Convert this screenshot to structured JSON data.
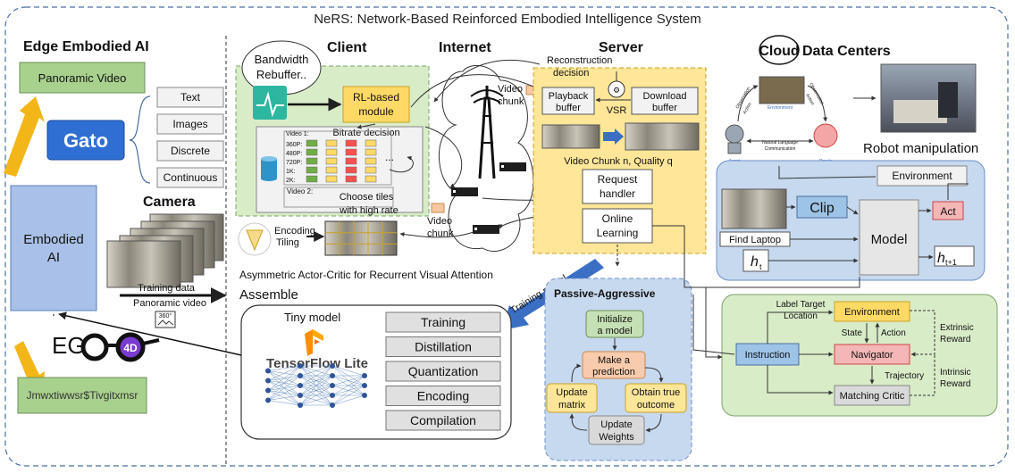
{
  "title": "NeRS: Network-Based Reinforced Embodied Intelligence System",
  "edge": {
    "title": "Edge Embodied AI",
    "panoramic_video": "Panoramic Video",
    "gato": "Gato",
    "modalities": [
      "Text",
      "Images",
      "Discrete",
      "Continuous"
    ],
    "camera": "Camera",
    "embodied_ai": [
      "Embodied",
      "AI"
    ],
    "training_data": "Training data",
    "panoramic_video_small": "Panoramic video",
    "deg360": "360°",
    "ego_left": "EG",
    "ego_4d": "4D",
    "scrambled": "Jmwxtiwwsr$Tivgitxmsr"
  },
  "client": {
    "title": "Client",
    "bubble": [
      "Bandwidth",
      "Rebuffer.."
    ],
    "rl_module": [
      "RL-based",
      "module"
    ],
    "bitrate_decision": "Bitrate decision",
    "video1": "Video 1:",
    "video2": "Video 2:",
    "bitrates": [
      "360P:",
      "480P:",
      "720P:",
      "1K:",
      "2K:"
    ],
    "choose_tiles": [
      "Choose tiles",
      "with high rate"
    ],
    "encoding_tiling": [
      "Encoding",
      "Tiling"
    ],
    "actor_critic": "Asymmetric Actor-Critic for Recurrent Visual Attention"
  },
  "internet": {
    "title": "Internet",
    "video_chunk": [
      "Video",
      "chunk"
    ]
  },
  "server": {
    "title": "Server",
    "reconstruction": [
      "Reconstruction",
      "decision"
    ],
    "playback_buffer": [
      "Playback",
      "buffer"
    ],
    "vsr": "VSR",
    "download_buffer": [
      "Download",
      "buffer"
    ],
    "video_chunk_q": "Video Chunk n, Quality q",
    "request_handler": [
      "Request",
      "handler"
    ],
    "online_learning": [
      "Online",
      "Learning"
    ],
    "training_model": "Training model"
  },
  "assemble": {
    "title": "Assemble",
    "tiny_model": "Tiny model",
    "tf_lite": "TensorFlow Lite",
    "steps": [
      "Training",
      "Distillation",
      "Quantization",
      "Encoding",
      "Compilation"
    ]
  },
  "passive": {
    "title": "Passive-Aggressive",
    "initialize": [
      "Initialize",
      "a model"
    ],
    "predict": [
      "Make a",
      "prediction"
    ],
    "obtain": [
      "Obtain true",
      "outcome"
    ],
    "update_matrix": [
      "Update",
      "matrix"
    ],
    "update_weights": [
      "Update",
      "Weights"
    ]
  },
  "cloud": {
    "title_word": "Cloud",
    "title_rest": "Data Centers",
    "observation": "Observation",
    "action": "Action",
    "environment_small": "Environment",
    "nl_comm": [
      "Natural Language",
      "Communication"
    ],
    "agent": "Agent",
    "oracle": "Oracle",
    "robot_manipulation": "Robot manipulation",
    "environment": "Environment",
    "clip": "Clip",
    "act": "Act",
    "find_laptop": "Find Laptop",
    "model": "Model",
    "h_t": "h",
    "h_t_sub": "t",
    "h_t1": "h",
    "h_t1_sub": "t+1"
  },
  "nav": {
    "label_target": [
      "Label Target",
      "Location"
    ],
    "environment": "Environment",
    "state": "State",
    "action": "Action",
    "extrinsic": [
      "Extrinsic",
      "Reward"
    ],
    "instruction": "Instruction",
    "navigator": "Navigator",
    "trajectory": "Trajectory",
    "intrinsic": [
      "Intrinsic",
      "Reward"
    ],
    "matching_critic": "Matching Critic"
  }
}
